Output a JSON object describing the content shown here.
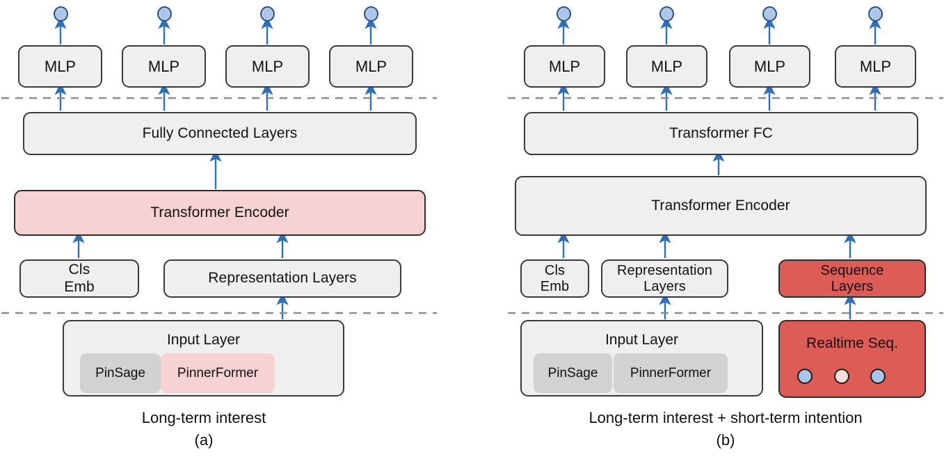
{
  "figure": {
    "type": "architecture-diagram",
    "colors": {
      "box_fill": "#efefef",
      "box_stroke": "#3a3a3a",
      "highlight_pink": "#f6d3d2",
      "highlight_red": "#dd5c56",
      "chip_gray": "#d2d2d2",
      "arrow_blue": "#2f6fba",
      "node_blue": "#aec7e8",
      "dashed_gray": "#8c8c8c"
    }
  },
  "panel_a": {
    "caption": "Long-term interest",
    "sublabel": "(a)",
    "mlp_heads": [
      "MLP",
      "MLP",
      "MLP",
      "MLP"
    ],
    "fc_layer": "Fully Connected Layers",
    "encoder": "Transformer Encoder",
    "cls_emb": "Cls\nEmb",
    "cls_emb_line1": "Cls",
    "cls_emb_line2": "Emb",
    "representation_layers": "Representation Layers",
    "input_layer_title": "Input Layer",
    "input_chips": [
      "PinSage",
      "PinnerFormer"
    ]
  },
  "panel_b": {
    "caption": "Long-term interest + short-term intention",
    "sublabel": "(b)",
    "mlp_heads": [
      "MLP",
      "MLP",
      "MLP",
      "MLP"
    ],
    "fc_layer": "Transformer FC",
    "encoder": "Transformer Encoder",
    "cls_emb_line1": "Cls",
    "cls_emb_line2": "Emb",
    "representation_layers_line1": "Representation",
    "representation_layers_line2": "Layers",
    "sequence_layers_line1": "Sequence",
    "sequence_layers_line2": "Layers",
    "input_layer_title": "Input Layer",
    "input_chips": [
      "PinSage",
      "PinnerFormer"
    ],
    "realtime_seq_title": "Realtime Seq.",
    "realtime_seq_nodes": [
      "blue",
      "pink",
      "blue"
    ]
  }
}
